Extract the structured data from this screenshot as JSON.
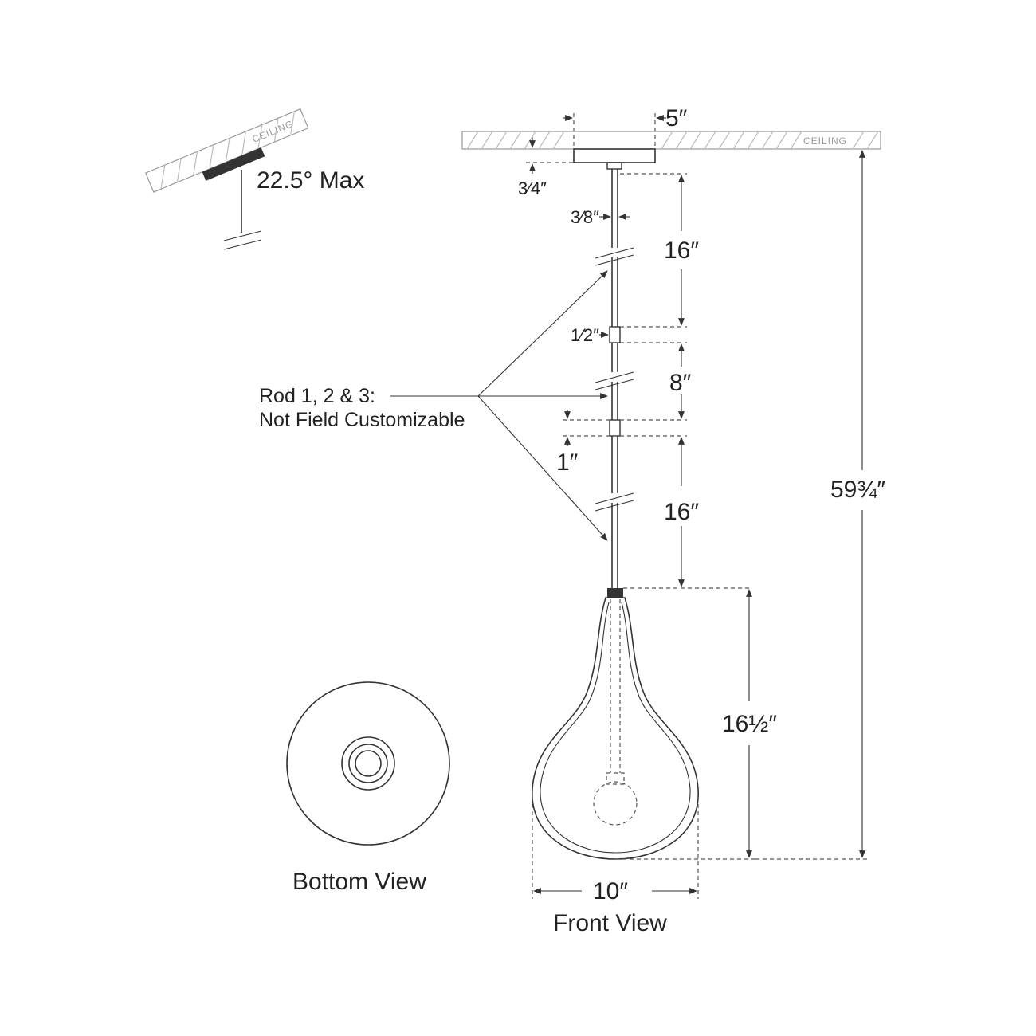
{
  "labels": {
    "ceiling_left": "CEILING",
    "ceiling_right": "CEILING",
    "slope_max": "22.5° Max",
    "canopy_width": "5″",
    "canopy_height": "3⁄4″",
    "rod_diameter": "3⁄8″",
    "rod1_length": "16″",
    "coupler_half": "1⁄2″",
    "rod2_length": "8″",
    "coupler_one": "1″",
    "rod3_length": "16″",
    "overall_height": "59¾″",
    "shade_height": "16½″",
    "shade_width": "10″",
    "rods_note_line1": "Rod 1, 2 & 3:",
    "rods_note_line2": "Not Field Customizable",
    "bottom_view": "Bottom View",
    "front_view": "Front View"
  }
}
